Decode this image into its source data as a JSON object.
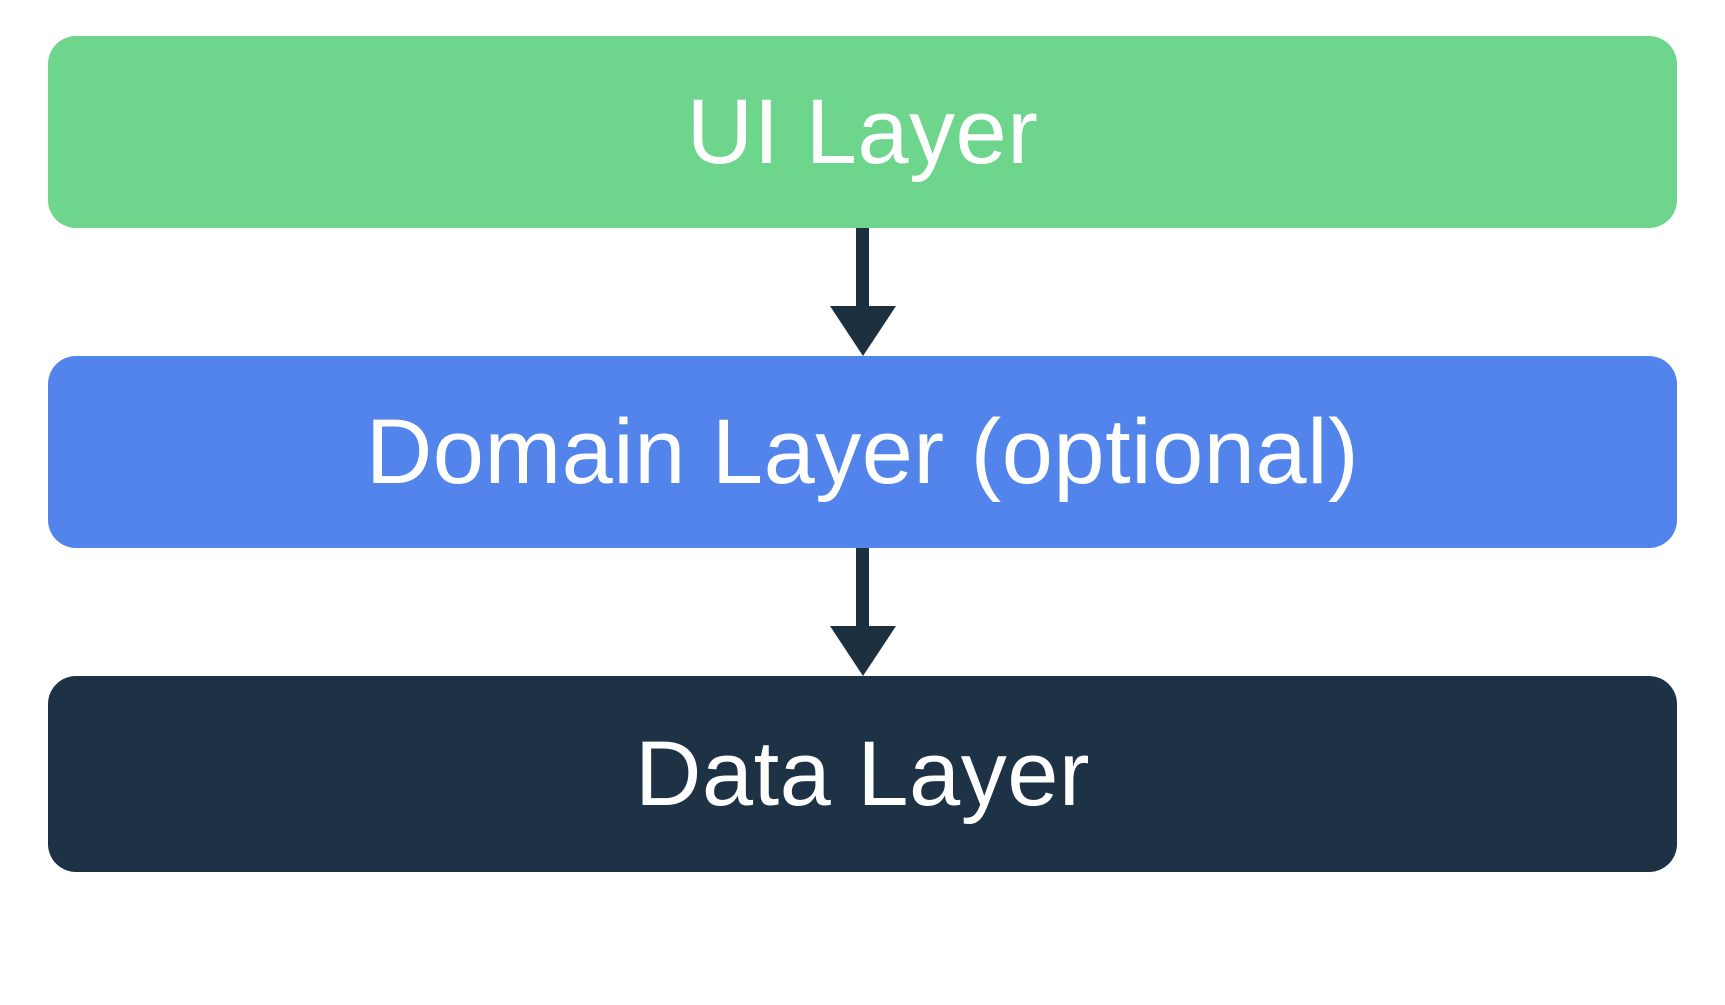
{
  "diagram": {
    "background": "#ffffff",
    "arrow_color": "#1d3040",
    "layers": [
      {
        "id": "ui",
        "label": "UI Layer",
        "color": "#6dd58c",
        "text_color": "#ffffff"
      },
      {
        "id": "domain",
        "label": "Domain Layer (optional)",
        "color": "#5384ec",
        "text_color": "#ffffff"
      },
      {
        "id": "data",
        "label": "Data Layer",
        "color": "#1d3244",
        "text_color": "#ffffff"
      }
    ],
    "arrows": [
      {
        "from": "ui",
        "to": "domain"
      },
      {
        "from": "domain",
        "to": "data"
      }
    ]
  }
}
